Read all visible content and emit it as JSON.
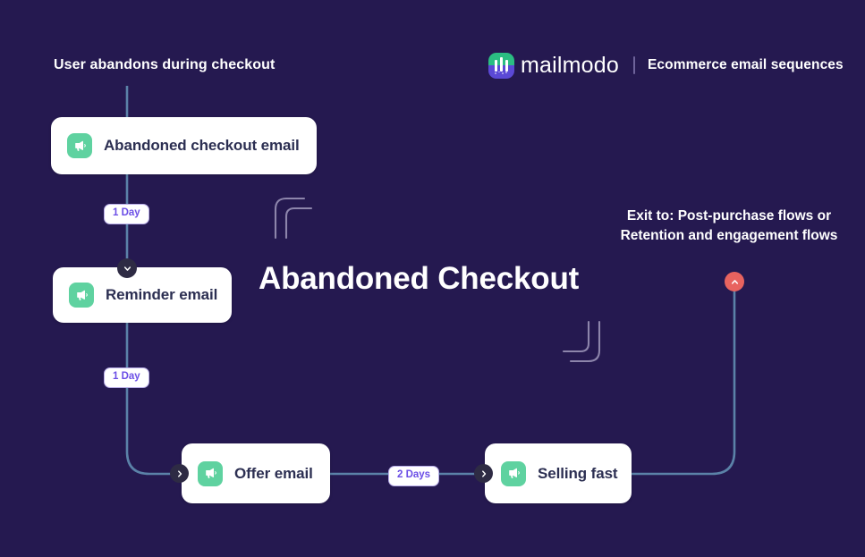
{
  "page": {
    "background_color": "#251950",
    "flow_title": "Abandoned Checkout",
    "trigger_label": "User abandons during checkout",
    "exit_label": "Exit to: Post-purchase flows or Retention and engagement flows"
  },
  "brand": {
    "name": "mailmodo",
    "tagline": "Ecommerce email sequences",
    "logo_icon": "mailmodo-logo-icon",
    "logo_colors": {
      "top": "#2bbd82",
      "bottom": "#5b49d6"
    }
  },
  "nodes": [
    {
      "id": "abandoned",
      "label": "Abandoned checkout email",
      "icon": "megaphone-icon",
      "icon_color": "#5fd2a0"
    },
    {
      "id": "reminder",
      "label": "Reminder email",
      "icon": "megaphone-icon",
      "icon_color": "#5fd2a0"
    },
    {
      "id": "offer",
      "label": "Offer email",
      "icon": "megaphone-icon",
      "icon_color": "#5fd2a0"
    },
    {
      "id": "selling",
      "label": "Selling fast",
      "icon": "megaphone-icon",
      "icon_color": "#5fd2a0"
    }
  ],
  "delays": [
    {
      "id": "delay-1",
      "label": "1 Day"
    },
    {
      "id": "delay-2",
      "label": "1 Day"
    },
    {
      "id": "delay-3",
      "label": "2 Days"
    }
  ],
  "markers": {
    "chevron_down": "chevron-down-icon",
    "chevron_right": "chevron-right-icon",
    "exit_up": "chevron-up-icon",
    "exit_color": "#e8635f",
    "dark_color": "#2e2b44"
  },
  "colors": {
    "connector": "#5b82a8",
    "card_bg": "#ffffff",
    "card_text": "#2c2f52",
    "pill_text": "#6b4ee6",
    "pill_border": "#b9aee8",
    "deco_line": "#8d85ab"
  }
}
